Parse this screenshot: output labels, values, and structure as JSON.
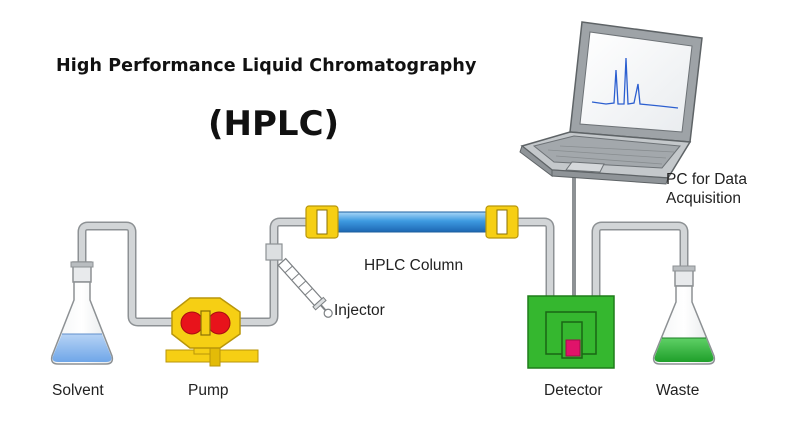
{
  "title": "High Performance Liquid Chromatography",
  "abbreviation": "(HPLC)",
  "labels": {
    "solvent": "Solvent",
    "pump": "Pump",
    "injector": "Injector",
    "column": "HPLC Column",
    "detector": "Detector",
    "waste": "Waste",
    "pc": "PC for Data\nAcquisition"
  },
  "colors": {
    "tube": "#cfd2d4",
    "tube_edge": "#8d9194",
    "solvent_liquid": "#8ab8ee",
    "pump_yellow": "#f6cf14",
    "pump_red": "#e8131b",
    "column_blue": "#3d9ae0",
    "detector_green": "#35b72f",
    "detector_pink": "#e0136a",
    "waste_liquid": "#2fb838"
  }
}
